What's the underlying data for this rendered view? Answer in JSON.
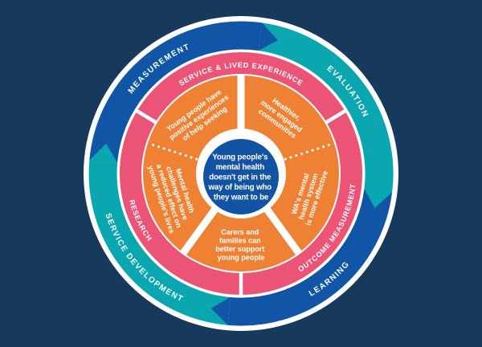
{
  "colors": {
    "background": "#16395C",
    "blue": "#1156A6",
    "teal": "#0AA7B0",
    "pink": "#EB5377",
    "orange": "#EE8133",
    "center_blue": "#1254A3",
    "white": "#FFFFFF"
  },
  "diagram": {
    "outer_ring": {
      "measurement": "MEASUREMENT",
      "evaluation": "EVALUATION",
      "learning": "LEARNING",
      "service_development": "SERVICE DEVELOPMENT"
    },
    "middle_ring": {
      "service_lived_experience": "SERVICE & LIVED EXPERIENCE",
      "outcome_measurement": "OUTCOME MEASUREMENT",
      "research": "RESEARCH"
    },
    "outcomes": {
      "help_seeking": {
        "lines": [
          "Young people have",
          "positive experiences",
          "of help seeking"
        ]
      },
      "communities": {
        "lines": [
          "Healthier,",
          "more engaged",
          "communities"
        ]
      },
      "system": {
        "lines": [
          "WA's mental",
          "health system",
          "is more effective"
        ]
      },
      "carers": {
        "lines": [
          "Carers and",
          "families can",
          "better support",
          "young people"
        ]
      },
      "reduced_effect": {
        "lines": [
          "Mental health",
          "challenges have",
          "a reduced effect on",
          "young people's lives"
        ]
      }
    },
    "center": {
      "lines": [
        "Young people's",
        "mental health",
        "doesn't get in the",
        "way of being who",
        "they want to be"
      ]
    }
  }
}
